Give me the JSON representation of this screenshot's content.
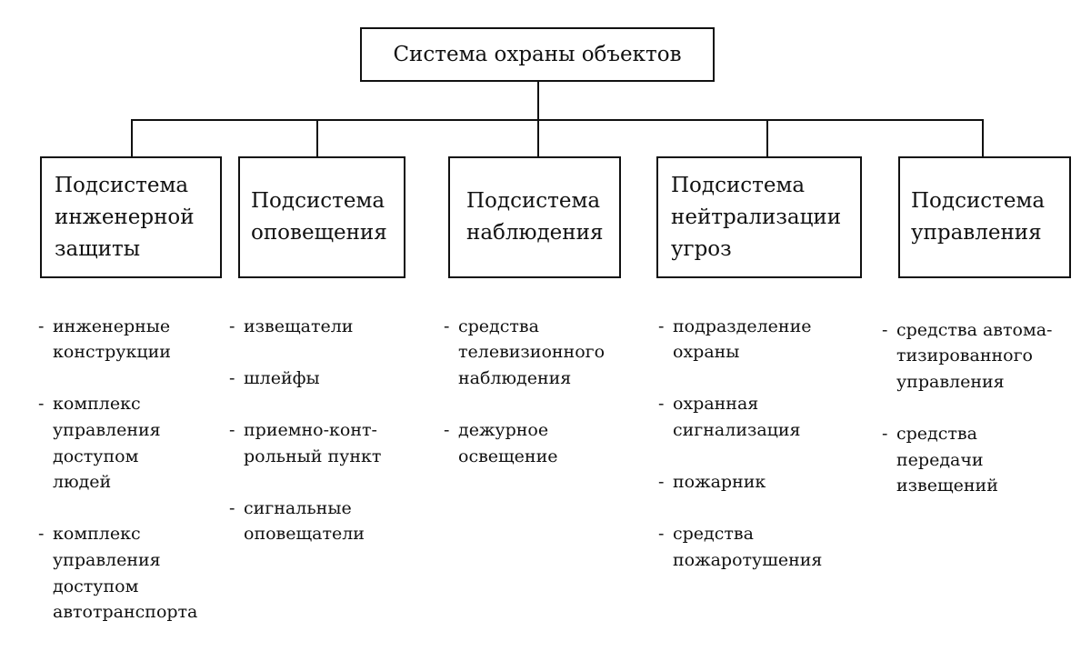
{
  "root": {
    "label": "Система охраны объектов"
  },
  "subsystems": [
    {
      "label": "Подсистема\nинженерной\nзащиты",
      "items": [
        "инженерные\nконструкции",
        "комплекс\nуправления\nдоступом\nлюдей",
        "комплекс\nуправления\nдоступом\nавтотранспорта"
      ]
    },
    {
      "label": "Подсистема\nоповещения",
      "items": [
        "извещатели",
        "шлейфы",
        "приемно-конт-\nрольный пункт",
        "сигнальные\nоповещатели"
      ]
    },
    {
      "label": "Подсистема\nнаблюдения",
      "items": [
        "средства\nтелевизионного\nнаблюдения",
        "дежурное\nосвещение"
      ]
    },
    {
      "label": "Подсистема\nнейтрализации\nугроз",
      "items": [
        "подразделение\nохраны",
        "охранная\nсигнализация",
        "пожарник",
        "средства\nпожаротушения"
      ]
    },
    {
      "label": "Подсистема\nуправления",
      "items": [
        "средства автома-\nтизированного\nуправления",
        "средства\nпередачи\nизвещений"
      ]
    }
  ]
}
